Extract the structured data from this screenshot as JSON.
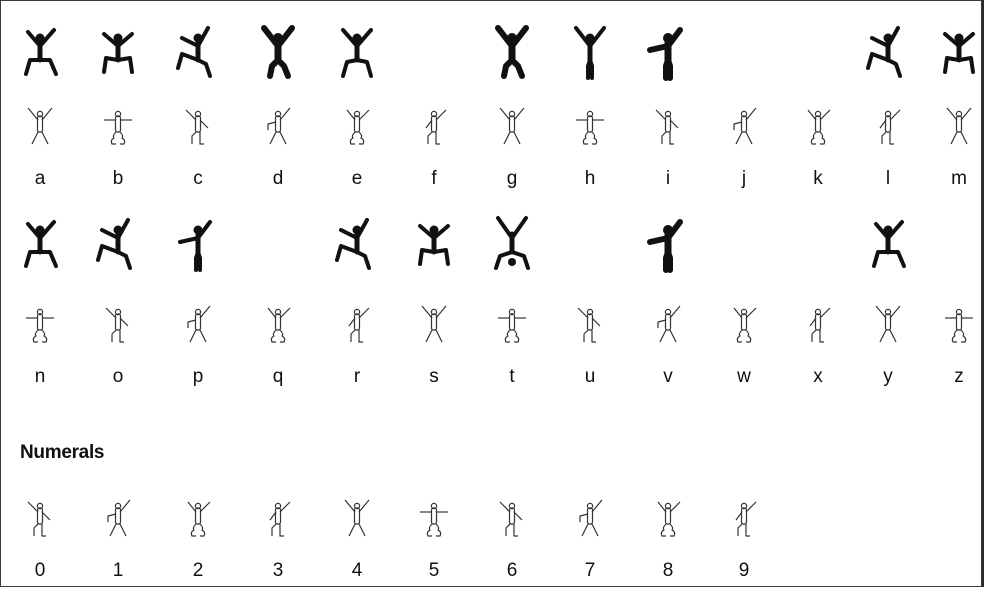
{
  "numerals_heading": "Numerals",
  "alphabet": [
    {
      "label": "a",
      "has_glyph": true,
      "pose": "dance-right",
      "bold": false
    },
    {
      "label": "b",
      "has_glyph": true,
      "pose": "squat",
      "bold": false
    },
    {
      "label": "c",
      "has_glyph": true,
      "pose": "kick",
      "bold": false
    },
    {
      "label": "d",
      "has_glyph": true,
      "pose": "Y-heavy",
      "bold": true
    },
    {
      "label": "e",
      "has_glyph": true,
      "pose": "X",
      "bold": false
    },
    {
      "label": "f",
      "has_glyph": false
    },
    {
      "label": "g",
      "has_glyph": true,
      "pose": "Y-heavy",
      "bold": true
    },
    {
      "label": "h",
      "has_glyph": true,
      "pose": "Y-straight",
      "bold": false
    },
    {
      "label": "i",
      "has_glyph": true,
      "pose": "flag-left",
      "bold": true
    },
    {
      "label": "j",
      "has_glyph": false
    },
    {
      "label": "k",
      "has_glyph": false
    },
    {
      "label": "l",
      "has_glyph": true,
      "pose": "kick",
      "bold": false
    },
    {
      "label": "m",
      "has_glyph": true,
      "pose": "squat",
      "bold": false
    },
    {
      "label": "n",
      "has_glyph": true,
      "pose": "dance-right",
      "bold": false
    },
    {
      "label": "o",
      "has_glyph": true,
      "pose": "kick",
      "bold": false
    },
    {
      "label": "p",
      "has_glyph": true,
      "pose": "flag-left",
      "bold": false
    },
    {
      "label": "q",
      "has_glyph": false
    },
    {
      "label": "r",
      "has_glyph": true,
      "pose": "kick",
      "bold": false
    },
    {
      "label": "s",
      "has_glyph": true,
      "pose": "squat",
      "bold": false
    },
    {
      "label": "t",
      "has_glyph": true,
      "pose": "inverted",
      "bold": false
    },
    {
      "label": "u",
      "has_glyph": false
    },
    {
      "label": "v",
      "has_glyph": true,
      "pose": "flag-left",
      "bold": true
    },
    {
      "label": "w",
      "has_glyph": false
    },
    {
      "label": "x",
      "has_glyph": false
    },
    {
      "label": "y",
      "has_glyph": true,
      "pose": "dance-right",
      "bold": false
    },
    {
      "label": "z",
      "has_glyph": false
    }
  ],
  "numerals": [
    {
      "label": "0"
    },
    {
      "label": "1"
    },
    {
      "label": "2"
    },
    {
      "label": "3"
    },
    {
      "label": "4"
    },
    {
      "label": "5"
    },
    {
      "label": "6"
    },
    {
      "label": "7"
    },
    {
      "label": "8"
    },
    {
      "label": "9"
    }
  ],
  "colors": {
    "ink": "#111111",
    "outline": "#333333",
    "frame": "#3a3a3a"
  }
}
